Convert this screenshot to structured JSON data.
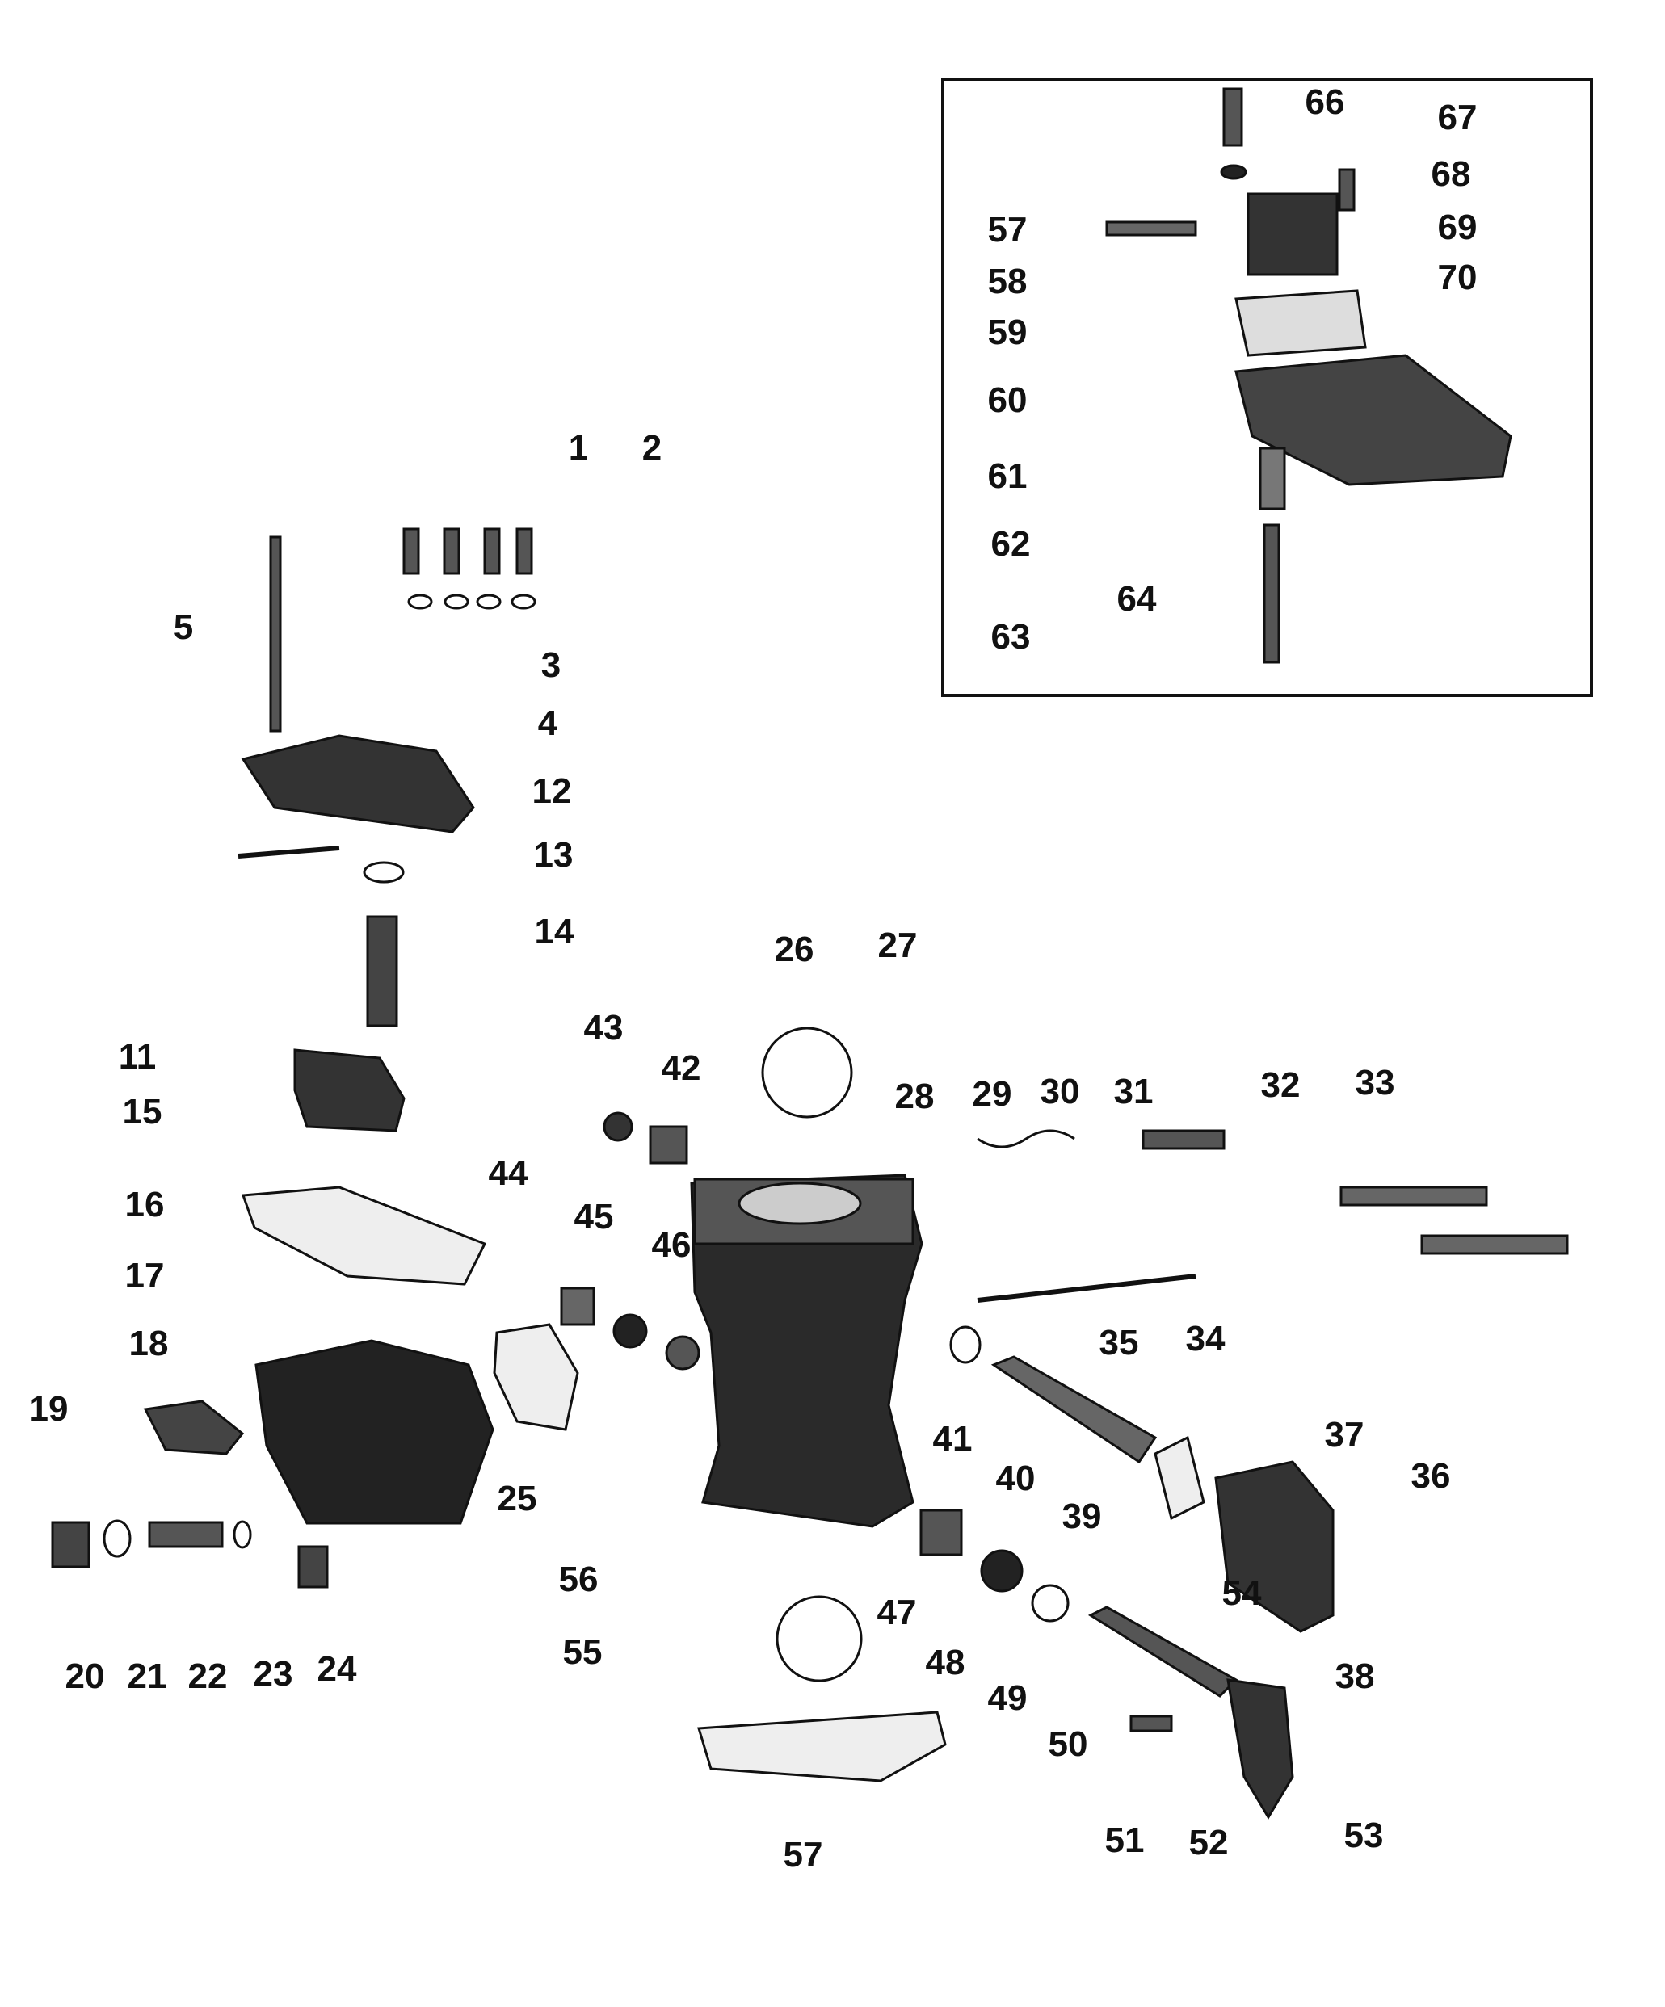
{
  "diagram": {
    "type": "exploded-parts-view",
    "subject": "carburettor"
  },
  "inset": {
    "labels": [
      "66",
      "67",
      "68",
      "69",
      "70",
      "57",
      "58",
      "59",
      "60",
      "61",
      "62",
      "63",
      "64"
    ]
  },
  "main": {
    "labels": [
      "1",
      "2",
      "3",
      "4",
      "5",
      "11",
      "12",
      "13",
      "14",
      "15",
      "16",
      "17",
      "18",
      "19",
      "20",
      "21",
      "22",
      "23",
      "24",
      "25",
      "26",
      "27",
      "28",
      "29",
      "30",
      "31",
      "32",
      "33",
      "34",
      "35",
      "36",
      "37",
      "38",
      "39",
      "40",
      "41",
      "42",
      "43",
      "44",
      "45",
      "46",
      "47",
      "48",
      "49",
      "50",
      "51",
      "52",
      "53",
      "54",
      "55",
      "56",
      "57"
    ]
  },
  "colors": {
    "ink": "#111111",
    "paper": "#ffffff",
    "shade": "#3a3a3a"
  }
}
